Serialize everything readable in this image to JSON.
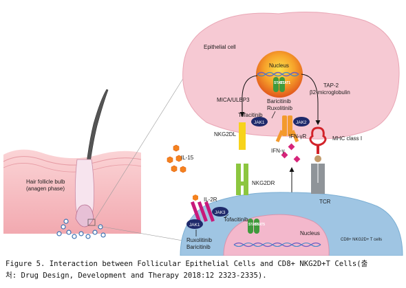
{
  "labels": {
    "epithelial_cell": "Epithelial cell",
    "nucleus_top": "Nucleus",
    "stat1_left": "STAT1",
    "stat1_right": "STAT1",
    "mica_ulbp3": "MICA/ULBP3",
    "tap2": "TAP-2",
    "b2m": "β2-microglobulin",
    "baricitinib_top": "Baricitinib",
    "ruxolitinib_top": "Ruxolitinib",
    "tofacitinib_top": "Tofacitinib",
    "jak1_top": "JAK1",
    "jak2_top": "JAK2",
    "nkg2dl": "NKG2DL",
    "ifn_gr": "IFN-γR",
    "mhc1": "MHC class I",
    "il15": "IL-15",
    "ifn_g": "IFN-γ",
    "nkg2dr": "NKG2DR",
    "tcr": "TCR",
    "hair_bulb_1": "Hair follicle bulb",
    "hair_bulb_2": "(anagen phase)",
    "il2r": "IL-2R",
    "jak3": "JAK3",
    "tofacitinib_bottom": "Tofacitinib",
    "jak1_bottom": "JAK1",
    "stat5_left": "STAT5",
    "stat5_right": "STAT5",
    "nucleus_bottom": "Nucleus",
    "cd8_cells": "CD8+ NKG2D+ T cells",
    "ruxolitinib_bottom": "Ruxolitinib",
    "baricitinib_bottom": "Baricitinib"
  },
  "caption": {
    "line1": "Figure 5. Interaction between Follicular Epithelial Cells and CD8+ NKG2D+T Cells(출",
    "line2": "처: Drug Design, Development and Therapy 2018:12 2323-2335)."
  },
  "colors": {
    "epithelial_fill": "#f6c9d3",
    "tcell_fill": "#9fc5e3",
    "tnucleus_fill": "#f3b8cc",
    "nucleus_orange": "#f08a1f",
    "jak_navy": "#1f2a6b",
    "stat_green": "#3f9a3c",
    "nkg2dl_yellow": "#f7d31b",
    "nkg2dr_green": "#8cc63f",
    "ifngr_orange": "#f39a2d",
    "il15_orange": "#f4821f",
    "ifng_magenta": "#d6247a",
    "mhc_red": "#d2232a",
    "tcr_gray": "#8f9499",
    "il2r_magenta": "#c8197a"
  }
}
